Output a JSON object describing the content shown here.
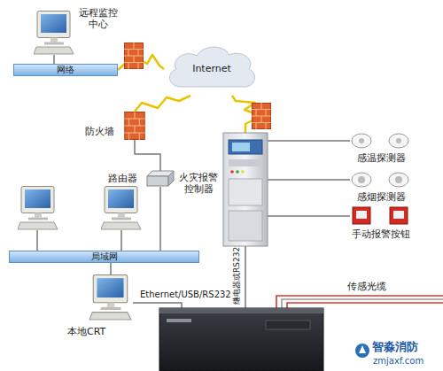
{
  "diagram": {
    "nodes": [
      {
        "text": [
          "远程监控中心"
        ]
      },
      {
        "text": [
          "网络"
        ]
      },
      {
        "text": [
          "Internet"
        ]
      },
      {
        "text": [
          "防火墙"
        ]
      },
      {
        "text": [
          "火灾报警控制器"
        ]
      },
      {
        "text": [
          "感温探测器"
        ]
      },
      {
        "text": [
          "感烟探测器"
        ]
      },
      {
        "text": [
          "路由器"
        ]
      },
      {
        "text": [
          "手动报警按钮"
        ]
      },
      {
        "text": [
          "局域网"
        ]
      },
      {
        "text": [
          "本地CRT"
        ]
      }
    ],
    "edges": [
      {
        "from": 0,
        "to": 1,
        "arrow": "none"
      },
      {
        "from": 1,
        "to": 2,
        "arrow": "none"
      },
      {
        "from": 3,
        "to": 2,
        "arrow": "none"
      },
      {
        "from": 4,
        "to": 2,
        "arrow": "none"
      },
      {
        "from": 7,
        "to": 3,
        "arrow": "none"
      },
      {
        "from": 9,
        "to": 7,
        "arrow": "none"
      },
      {
        "from": 10,
        "to": 9,
        "arrow": "none"
      },
      {
        "from": 4,
        "to": 5,
        "arrow": "none"
      },
      {
        "from": 4,
        "to": 6,
        "arrow": "none"
      },
      {
        "from": 4,
        "to": 8,
        "arrow": "none"
      }
    ],
    "labels": [
      "继电器或RS232",
      "Ethernet/USB/RS232",
      "传感光缆",
      "智淼消防",
      "zmjaxf.com"
    ]
  }
}
